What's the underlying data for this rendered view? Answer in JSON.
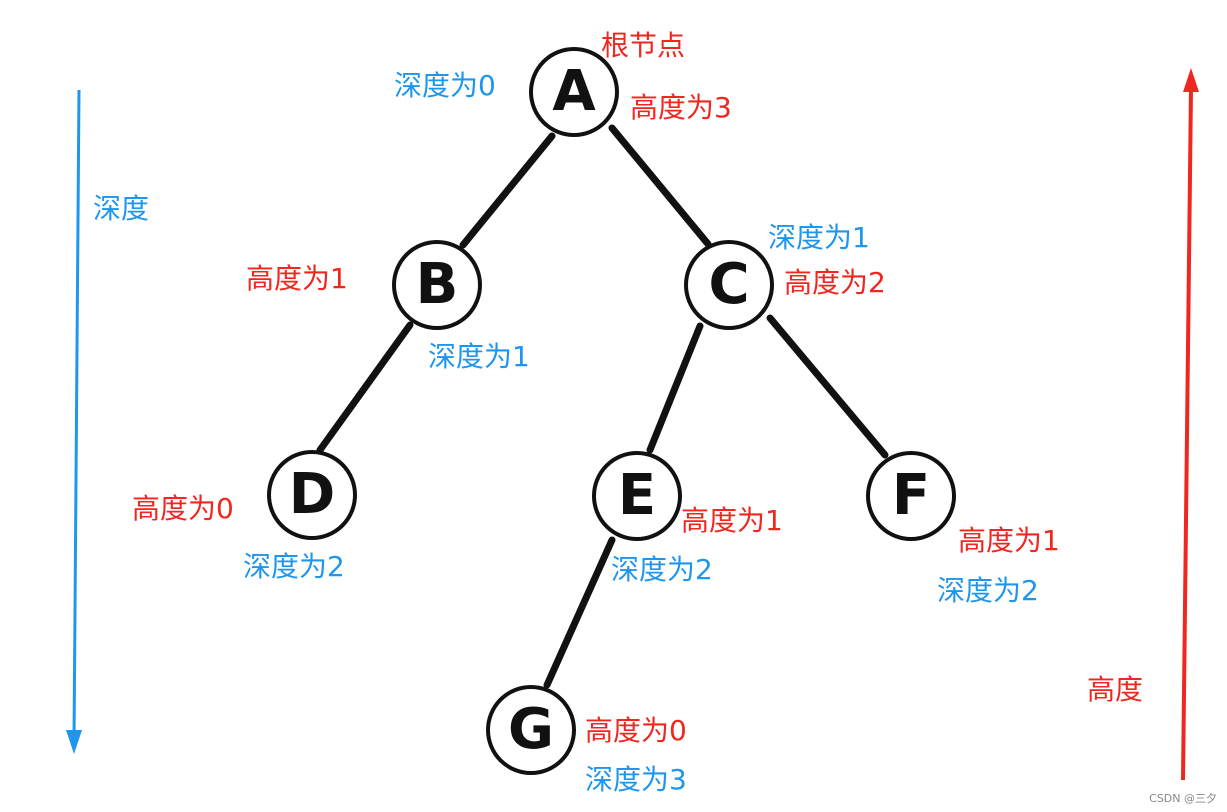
{
  "colors": {
    "height": "#f0261f",
    "depth": "#1e96ee",
    "edge": "#111111"
  },
  "nodes": {
    "A": "A",
    "B": "B",
    "C": "C",
    "D": "D",
    "E": "E",
    "F": "F",
    "G": "G"
  },
  "edges": [
    [
      "A",
      "B"
    ],
    [
      "A",
      "C"
    ],
    [
      "B",
      "D"
    ],
    [
      "C",
      "E"
    ],
    [
      "C",
      "F"
    ],
    [
      "E",
      "G"
    ]
  ],
  "labels": {
    "root": "根节点",
    "A_depth": "深度为0",
    "A_height": "高度为3",
    "B_height": "高度为1",
    "B_depth": "深度为1",
    "C_depth": "深度为1",
    "C_height": "高度为2",
    "D_height": "高度为0",
    "D_depth": "深度为2",
    "E_height": "高度为1",
    "E_depth": "深度为2",
    "F_height": "高度为1",
    "F_depth": "深度为2",
    "G_height": "高度为0",
    "G_depth": "深度为3"
  },
  "axes": {
    "depth_label": "深度",
    "height_label": "高度"
  },
  "watermark": "CSDN @三夕"
}
